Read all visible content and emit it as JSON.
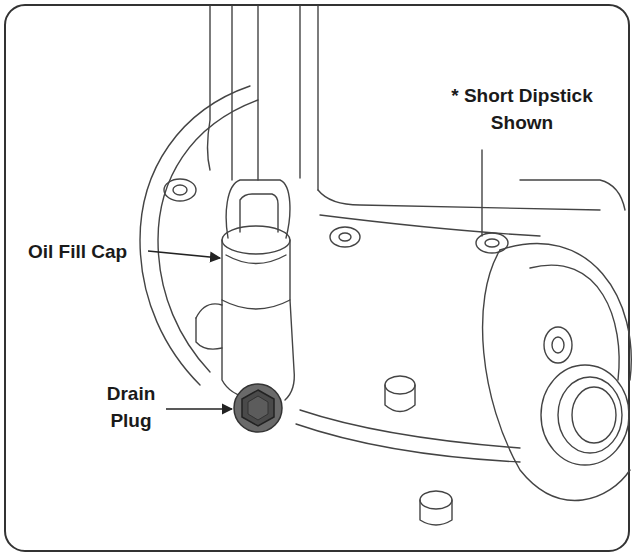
{
  "diagram": {
    "labels": [
      "Oil Fill Cap",
      "Drain Plug",
      "* Short Dipstick Shown"
    ]
  }
}
